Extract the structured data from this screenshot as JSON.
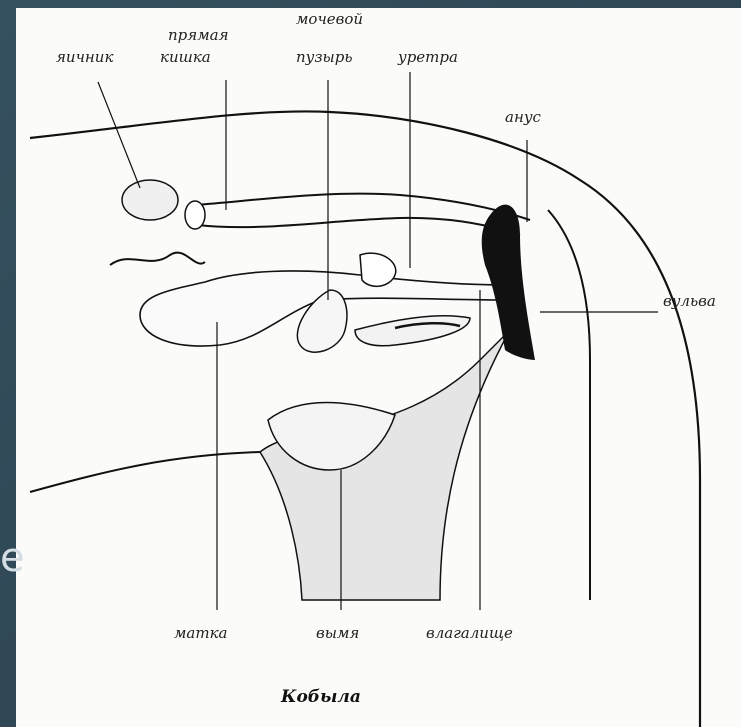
{
  "slide": {
    "partial_text": "е"
  },
  "diagram": {
    "caption": "Кобыла",
    "labels": {
      "ovary": "яичник",
      "rectum_1": "прямая",
      "rectum_2": "кишка",
      "bladder_1": "мочевой",
      "bladder_2": "пузырь",
      "urethra": "уретра",
      "anus": "анус",
      "vulva": "вульва",
      "uterus": "матка",
      "udder": "вымя",
      "vagina": "влагалище"
    }
  }
}
